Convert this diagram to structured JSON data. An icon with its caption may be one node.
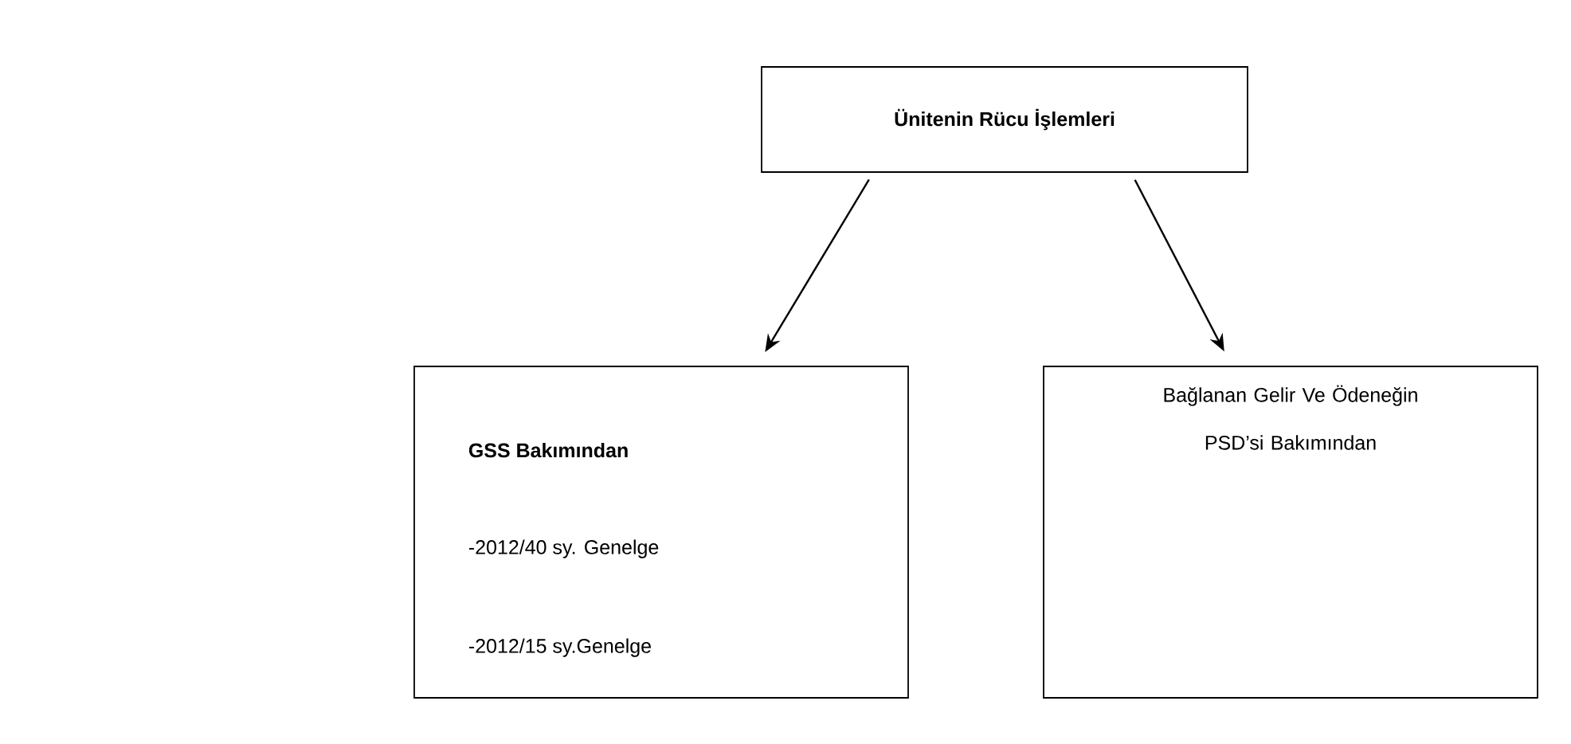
{
  "diagram": {
    "nodes": [
      {
        "text": [
          "Ünitenin Rücu İşlemleri"
        ]
      },
      {
        "text": [
          "GSS Bakımından",
          "-2012/40 sy. Genelge",
          "-2012/15 sy.Genelge"
        ]
      },
      {
        "text": [
          "Bağlanan Gelir Ve Ödeneğin PSD’si Bakımından"
        ]
      }
    ],
    "edges": [
      {
        "from": 0,
        "to": 1,
        "arrow": "to"
      },
      {
        "from": 0,
        "to": 2,
        "arrow": "to"
      }
    ]
  }
}
